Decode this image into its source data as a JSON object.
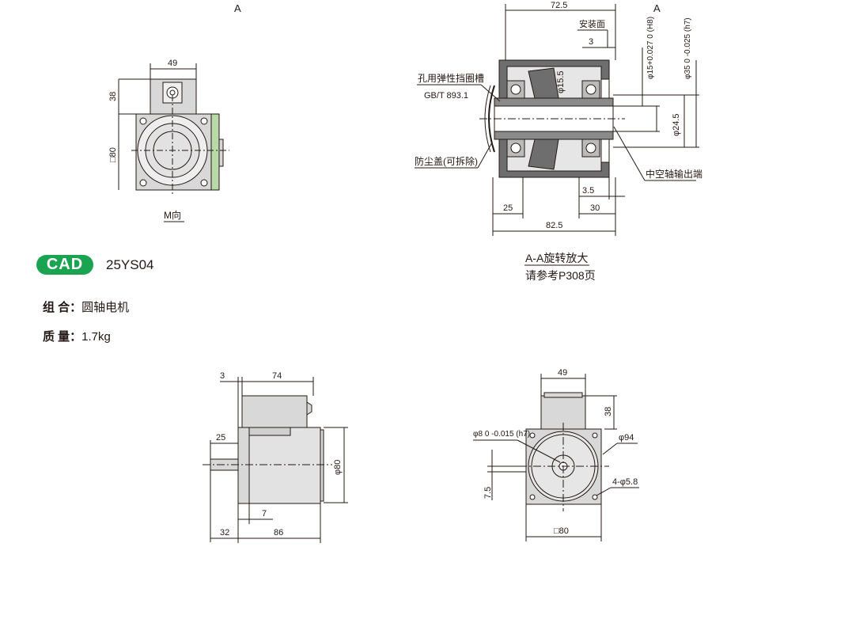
{
  "colors": {
    "accent_green": "#1aa451",
    "hatch_gray": "#6e6e6e",
    "body_gray": "#d8d8d8",
    "cover_green": "#b8d9a8"
  },
  "cad_badge": "CAD",
  "model": "25YS04",
  "specs": [
    {
      "label": "组 合：",
      "value": "圆轴电机"
    },
    {
      "label": "质 量：",
      "value": "1.7kg"
    }
  ],
  "top_left_view": {
    "section_mark": "A",
    "dim_width": "49",
    "dim_height": "38",
    "dim_square": "□80",
    "view_label": "M向"
  },
  "section_view": {
    "section_mark": "A",
    "dim_top": "72.5",
    "mount_face": "安装面",
    "dim_3": "3",
    "dim_phi15": "φ15+0.027 0 (H8)",
    "dim_phi35": "φ35 0 -0.025 (h7)",
    "dim_phi15_5": "φ15.5",
    "dim_phi24_5": "φ24.5",
    "label_groove_line1": "孔用弹性挡圈槽",
    "label_groove_line2": "GB/T 893.1",
    "label_cover": "防尘盖(可拆除)",
    "label_output": "中空轴输出端",
    "dim_3_5": "3.5",
    "dim_25": "25",
    "dim_30": "30",
    "dim_82_5": "82.5",
    "caption_line1": "A-A旋转放大",
    "caption_line2": "请参考P308页"
  },
  "side_view": {
    "dim_3": "3",
    "dim_74": "74",
    "dim_25": "25",
    "dim_phi80": "φ80",
    "dim_7": "7",
    "dim_32": "32",
    "dim_86": "86"
  },
  "front_view": {
    "dim_49": "49",
    "dim_38": "38",
    "dim_phi8": "φ8 0 -0.015 (h7)",
    "dim_phi94": "φ94",
    "dim_7_5": "7.5",
    "dim_holes": "4-φ5.8",
    "dim_square": "□80"
  }
}
